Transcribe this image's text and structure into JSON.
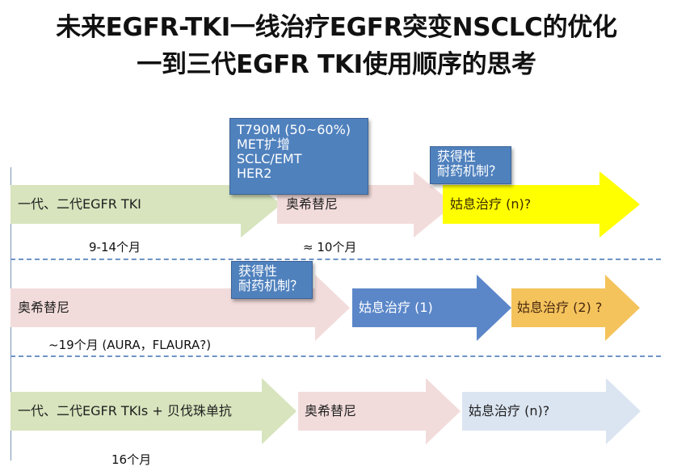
{
  "title": {
    "line1": "未来EGFR-TKI一线治疗EGFR突变NSCLC的优化",
    "line2": "一到三代EGFR TKI使用顺序的思考"
  },
  "row1": {
    "arrow1_label": "一代、二代EGFR TKI",
    "arrow2_label": "奥希替尼",
    "arrow3_label": "姑息治疗 (n)?",
    "duration1": "9-14个月",
    "duration2": "≈ 10个月",
    "box1": {
      "lines": [
        "T790M (50~60%)",
        "MET扩增",
        "SCLC/EMT",
        "HER2"
      ]
    },
    "box2": {
      "lines": [
        "获得性",
        "耐药机制？"
      ]
    }
  },
  "row2": {
    "arrow1_label": "奥希替尼",
    "arrow2_label": "姑息治疗 (1)",
    "arrow3_label": "姑息治疗 (2) ?",
    "duration1": "~19个月 (AURA，FLAURA?)",
    "box1": {
      "lines": [
        "获得性",
        "耐药机制？"
      ]
    }
  },
  "row3": {
    "arrow1_label": "一代、二代EGFR TKIs + 贝伐珠单抗",
    "arrow2_label": "奥希替尼",
    "arrow3_label": "姑息治疗 (n)?",
    "duration1": "16个月"
  },
  "colors": {
    "green": "#d7e4bd",
    "pink": "#f2dcdb",
    "yellow": "#ffff00",
    "blue": "#5b87c9",
    "orange": "#f4c35c",
    "lightblue": "#dbe5f1",
    "box": "#4f81bd"
  }
}
